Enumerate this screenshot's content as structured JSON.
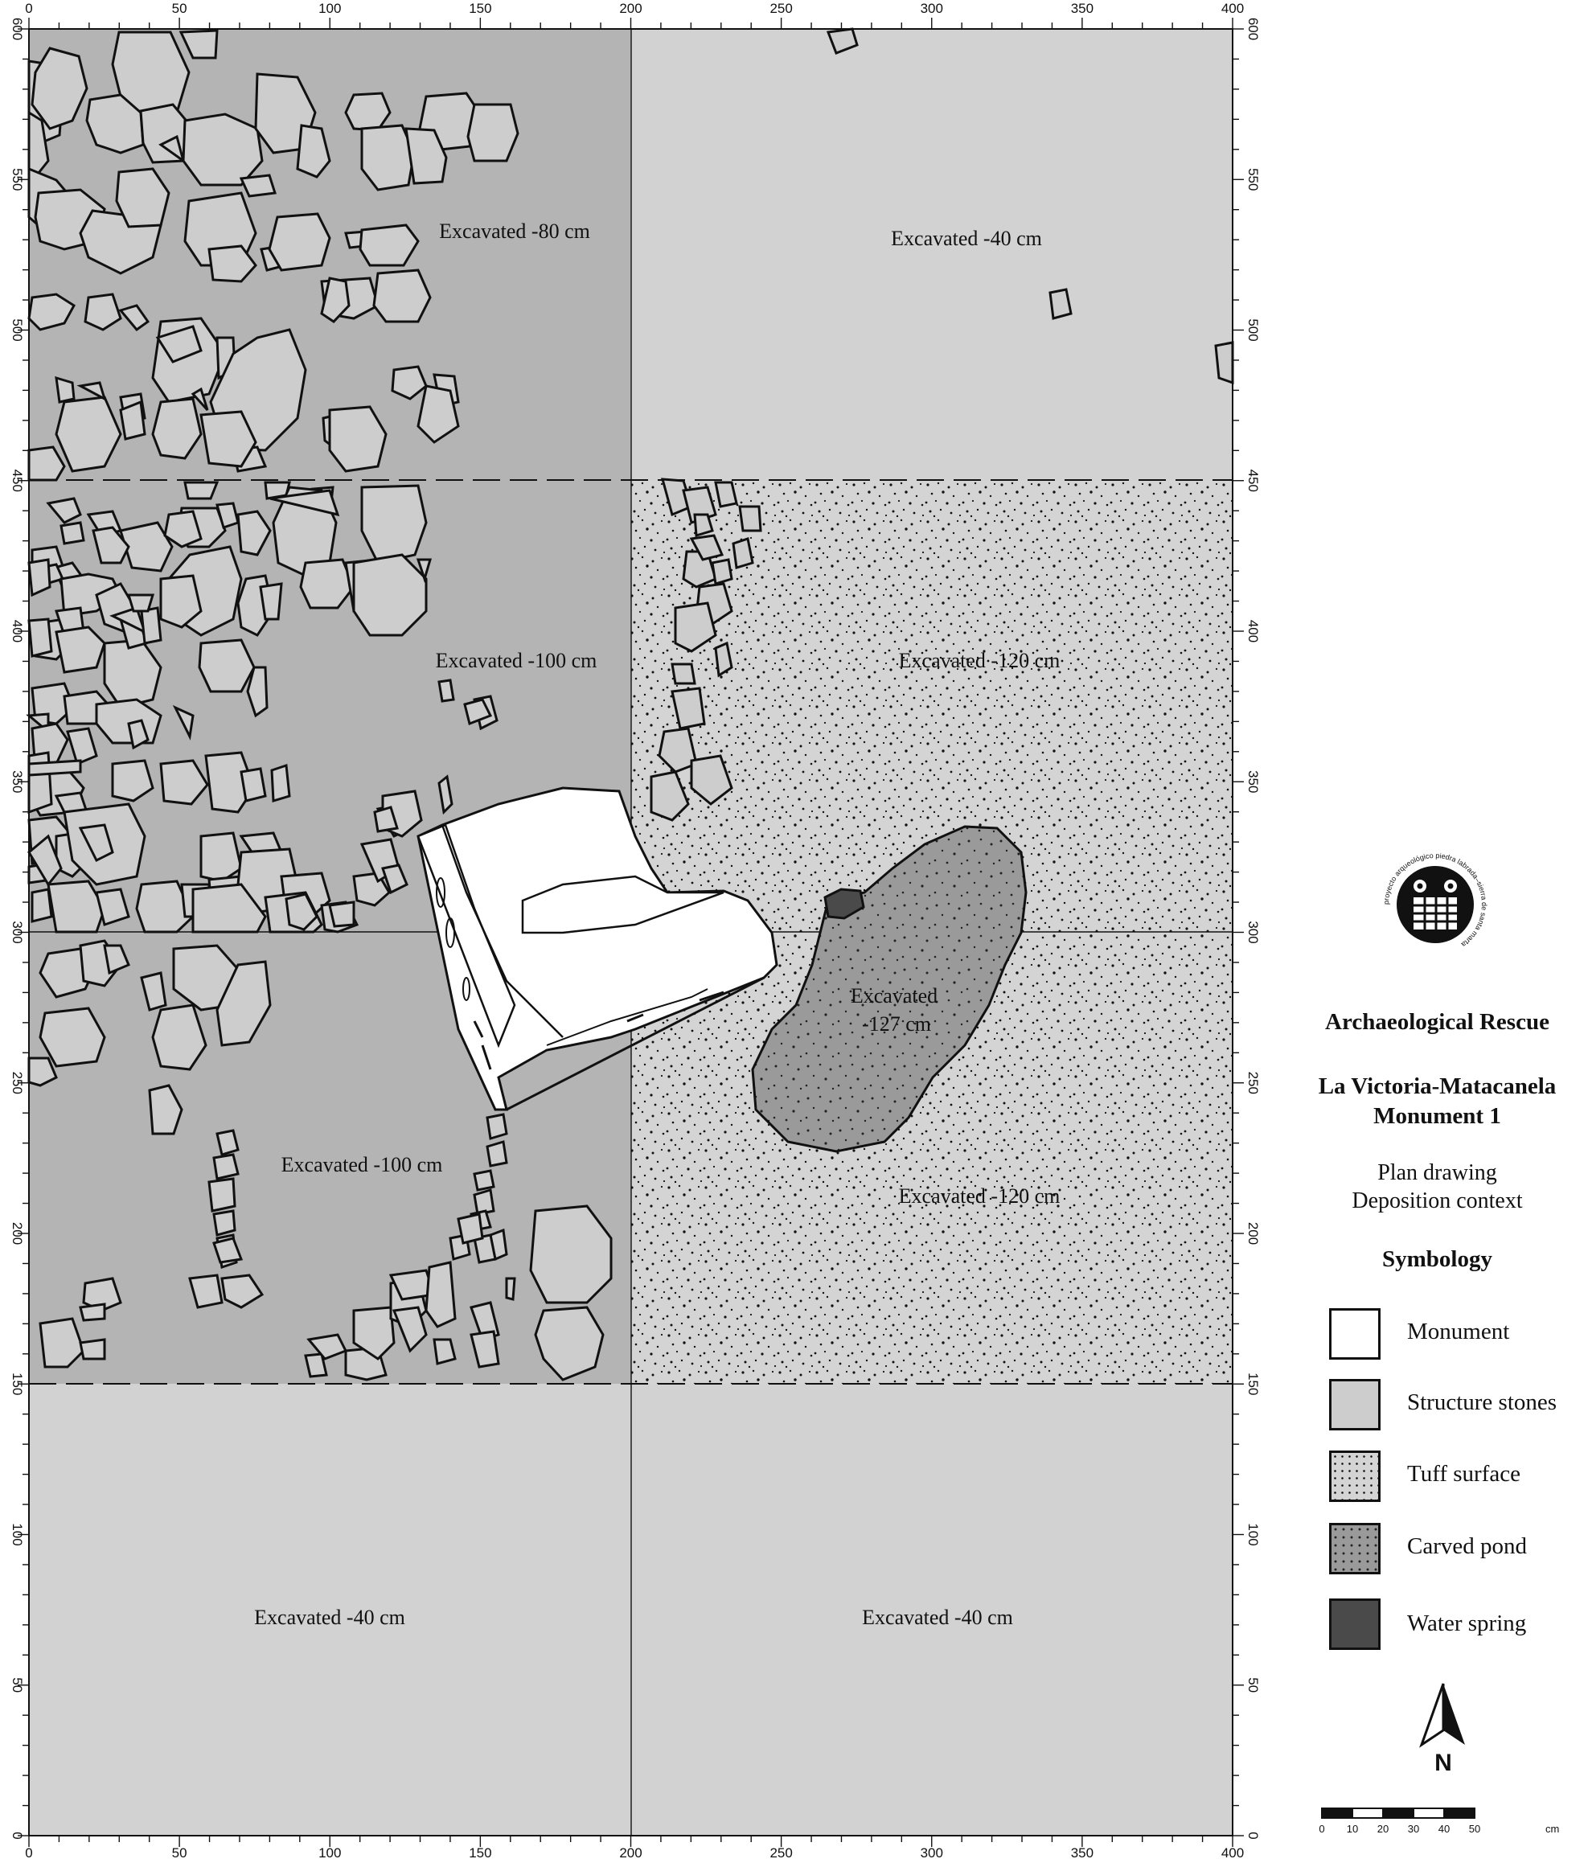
{
  "axis": {
    "x_ticks": [
      "0",
      "50",
      "100",
      "150",
      "200",
      "250",
      "300",
      "350",
      "400"
    ],
    "y_ticks": [
      "600",
      "550",
      "500",
      "450",
      "400",
      "350",
      "300",
      "250",
      "200",
      "150",
      "100",
      "50",
      "0"
    ]
  },
  "zones": {
    "nw_top": "Excavated -80 cm",
    "ne_top": "Excavated -40 cm",
    "nw_mid": "Excavated -100 cm",
    "ne_mid": "Excavated -120 cm",
    "pond_line1": "Excavated",
    "pond_line2": "-127 cm",
    "sw_mid": "Excavated -100 cm",
    "se_mid": "Excavated -120 cm",
    "sw_bottom": "Excavated -40 cm",
    "se_bottom": "Excavated -40 cm"
  },
  "seal_text": "proyecto arqueológico piedra labrada–sierra de santa marta",
  "legend": {
    "title1": "Archaeological Rescue",
    "title2a": "La Victoria-Matacanela",
    "title2b": "Monument 1",
    "sub1": "Plan drawing",
    "sub2": "Deposition context",
    "symbology": "Symbology",
    "items": [
      {
        "label": "Monument",
        "color": "#ffffff"
      },
      {
        "label": "Structure stones",
        "color": "#cdcdcd"
      },
      {
        "label": "Tuff surface",
        "color": "#d4d4d4"
      },
      {
        "label": "Carved pond",
        "color": "#9a9a9a"
      },
      {
        "label": "Water spring",
        "color": "#4a4a4a"
      }
    ]
  },
  "north_label": "N",
  "scale": {
    "ticks": [
      "0",
      "10",
      "20",
      "30",
      "40",
      "50"
    ],
    "unit": "cm"
  },
  "colors": {
    "excavated_deep": "#b4b4b4",
    "excavated_shallow": "#d2d2d2",
    "tuff": "#d4d4d4",
    "pond": "#9a9a9a",
    "spring": "#4a4a4a"
  }
}
